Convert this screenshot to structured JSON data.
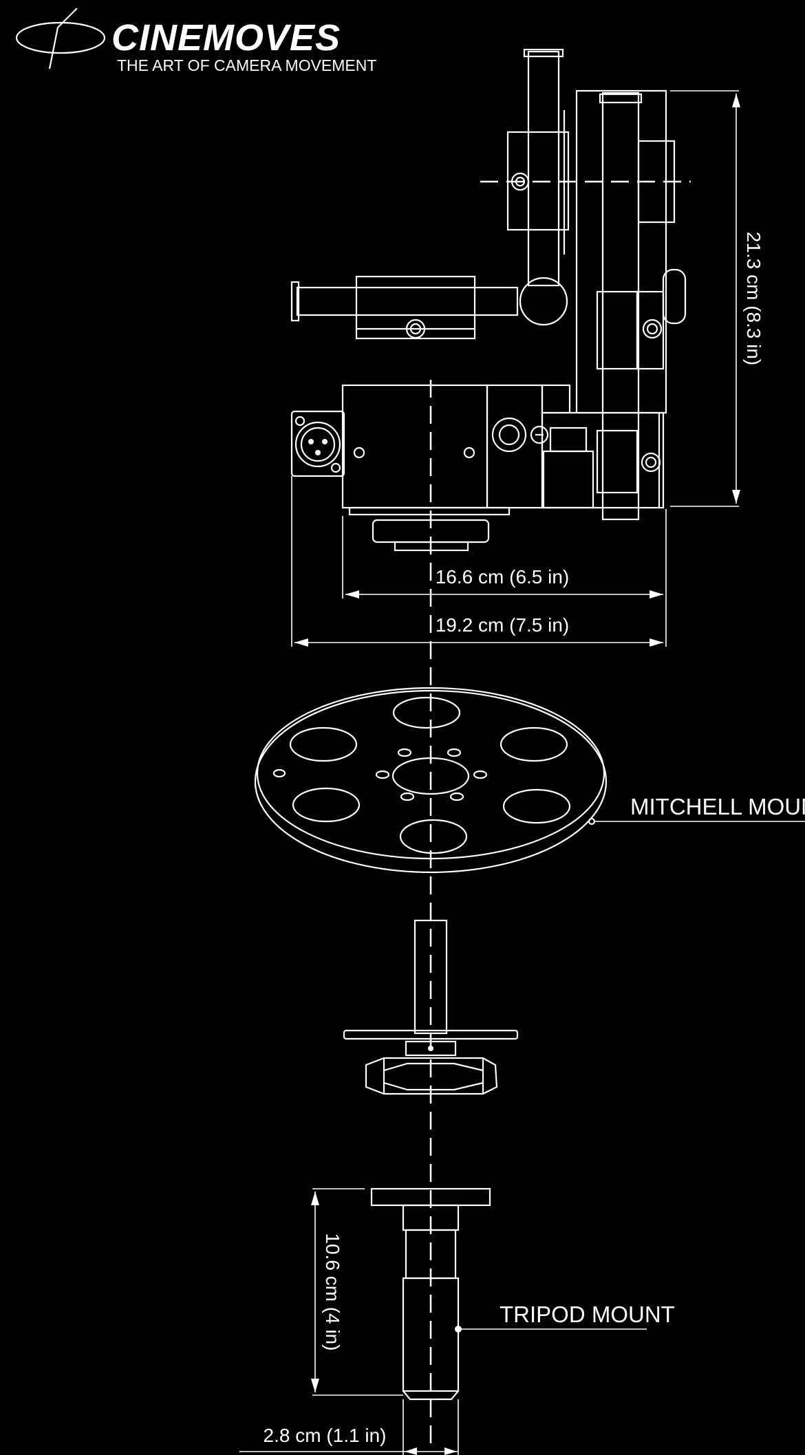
{
  "brand": {
    "name": "CINEMOVES",
    "tagline": "THE ART OF CAMERA MOVEMENT"
  },
  "dimensions": {
    "height": "21.3 cm (8.3 in)",
    "inner_width": "16.6 cm (6.5 in)",
    "outer_width": "19.2 cm (7.5 in)",
    "tripod_height": "10.6 cm (4 in)",
    "tripod_diameter": "2.8 cm (1.1 in)"
  },
  "callouts": {
    "mitchell_mount": "MITCHELL MOUNT",
    "tripod_mount": "TRIPOD MOUNT"
  },
  "colors": {
    "background": "#000000",
    "line": "#ffffff"
  }
}
